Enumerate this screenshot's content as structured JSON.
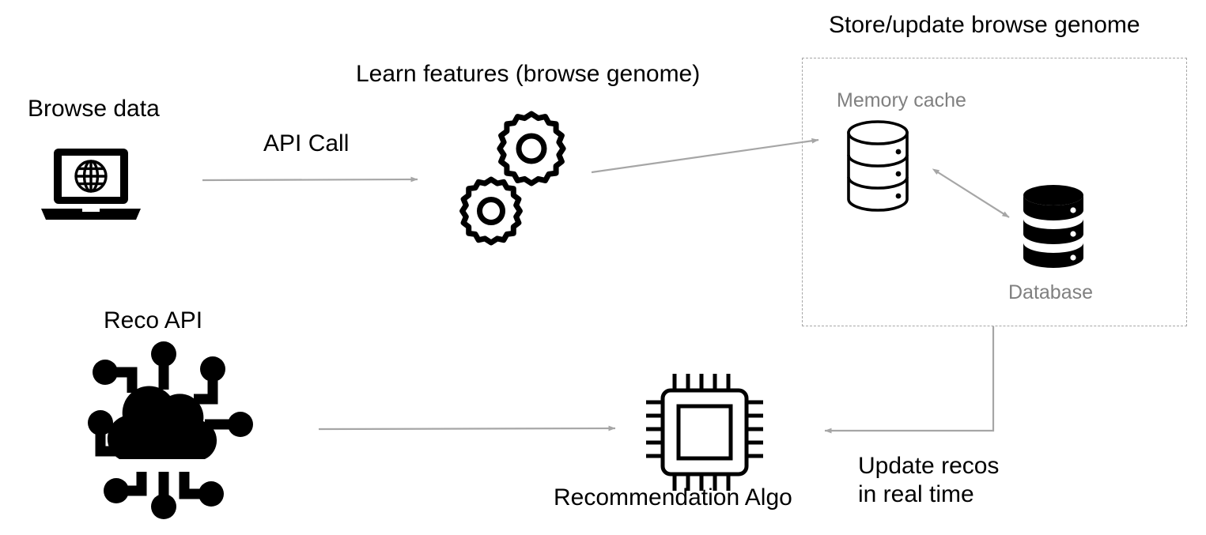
{
  "diagram": {
    "title_store": "Store/update browse genome",
    "title_learn": "Learn features (browse genome)",
    "background_color": "#ffffff",
    "text_color": "#000000",
    "muted_text_color": "#808080",
    "connector_color": "#a6a6a6",
    "icon_color": "#000000"
  },
  "nodes": {
    "browse_data": {
      "label": "Browse data",
      "icon": "laptop-globe-icon"
    },
    "learn_features": {
      "label": "Learn features (browse genome)",
      "icon": "gears-icon"
    },
    "memory_cache": {
      "label": "Memory cache",
      "icon": "database-cylinder-outline-icon"
    },
    "database": {
      "label": "Database",
      "icon": "database-cylinder-filled-icon"
    },
    "reco_api": {
      "label": "Reco API",
      "icon": "cloud-network-icon"
    },
    "recommendation_algo": {
      "label": "Recommendation Algo",
      "icon": "cpu-chip-icon"
    }
  },
  "connectors": {
    "api_call": {
      "label": "API Call",
      "from": "browse_data",
      "to": "learn_features",
      "style": "arrow"
    },
    "gears_to_cache": {
      "label": "",
      "from": "learn_features",
      "to": "memory_cache",
      "style": "arrow"
    },
    "cache_database_sync": {
      "label": "",
      "from": "memory_cache",
      "to": "database",
      "style": "double-arrow"
    },
    "reco_to_algo": {
      "label": "",
      "from": "reco_api",
      "to": "recommendation_algo",
      "style": "arrow"
    },
    "update_recos": {
      "label": "Update recos\nin real time",
      "label_line1": "Update recos",
      "label_line2": "in real time",
      "from": "store_update_group",
      "to": "recommendation_algo",
      "style": "elbow-arrow"
    }
  },
  "group": {
    "store_update": {
      "title": "Store/update browse genome",
      "border_style": "dashed",
      "border_color": "#a6a6a6"
    }
  }
}
